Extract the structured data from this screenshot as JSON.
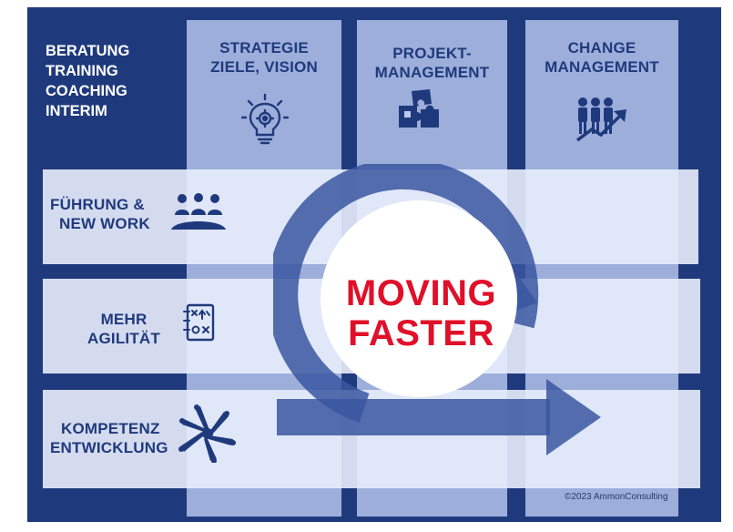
{
  "services": [
    "BERATUNG",
    "TRAINING",
    "COACHING",
    "INTERIM"
  ],
  "columns": [
    {
      "line1": "STRATEGIE",
      "line2": "ZIELE, VISION",
      "icon": "lightbulb-gear-icon"
    },
    {
      "line1": "PROJEKT-",
      "line2": "MANAGEMENT",
      "icon": "puzzle-icon"
    },
    {
      "line1": "CHANGE",
      "line2": "MANAGEMENT",
      "icon": "people-growth-icon"
    }
  ],
  "rows": [
    {
      "line1": "FÜHRUNG &",
      "line2": "NEW WORK",
      "icon": "team-meeting-icon"
    },
    {
      "line1": "MEHR",
      "line2": "AGILITÄT",
      "icon": "strategy-board-icon"
    },
    {
      "line1": "KOMPETENZ",
      "line2": "ENTWICKLUNG",
      "icon": "hands-together-icon"
    }
  ],
  "center": {
    "line1": "MOVING",
    "line2": "FASTER",
    "icon": "cycle-arrow-icon"
  },
  "copyright": "©2023 AmmonConsulting",
  "colors": {
    "navy": "#1f3a7c",
    "red": "#e0102a",
    "column": "#bac8f0",
    "row": "#e8edfc",
    "arrow": "#3a56a0"
  }
}
